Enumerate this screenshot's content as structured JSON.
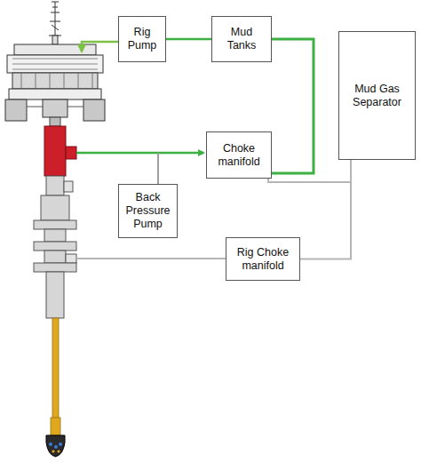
{
  "diagram": {
    "nodes": [
      {
        "text": [
          "Rig Pump"
        ]
      },
      {
        "text": [
          "Mud Tanks"
        ]
      },
      {
        "text": [
          "Mud Gas Separator"
        ]
      },
      {
        "text": [
          "Choke manifold"
        ]
      },
      {
        "text": [
          "Back Pressure Pump"
        ]
      },
      {
        "text": [
          "Rig Choke manifold"
        ]
      }
    ],
    "edges": [
      {
        "from": 0,
        "to": 1,
        "arrow": "none"
      },
      {
        "from": 1,
        "to": 3,
        "arrow": "none"
      },
      {
        "from": 3,
        "to": 2,
        "arrow": "none"
      },
      {
        "from": 5,
        "to": 2,
        "arrow": "none"
      }
    ]
  }
}
